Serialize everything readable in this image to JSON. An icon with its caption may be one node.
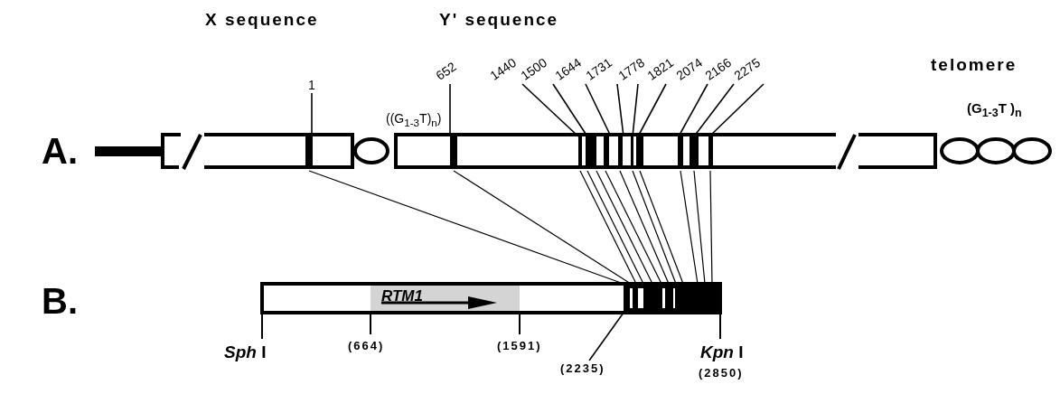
{
  "diagram": {
    "nodes": [
      {
        "text": [
          "1"
        ]
      },
      {
        "text": [
          "652"
        ]
      },
      {
        "text": [
          "1440"
        ]
      },
      {
        "text": [
          "1500"
        ]
      },
      {
        "text": [
          "1644"
        ]
      },
      {
        "text": [
          "1731"
        ]
      },
      {
        "text": [
          "1778"
        ]
      },
      {
        "text": [
          "1821"
        ]
      },
      {
        "text": [
          "2074"
        ]
      },
      {
        "text": [
          "2166"
        ]
      },
      {
        "text": [
          "2275"
        ]
      },
      {
        "text": [],
        "shape": "bar",
        "beside": [
          "A."
        ]
      },
      {
        "text": [],
        "shape": "bar"
      },
      {
        "text": [
          "RTM1"
        ],
        "in": 12
      },
      {
        "text": [
          "(2235)"
        ]
      }
    ],
    "edges": [
      {
        "from": 0,
        "to": 11,
        "arrow": "none"
      },
      {
        "from": 1,
        "to": 11,
        "arrow": "none"
      },
      {
        "from": 2,
        "to": 11,
        "arrow": "none"
      },
      {
        "from": 3,
        "to": 11,
        "arrow": "none"
      },
      {
        "from": 4,
        "to": 11,
        "arrow": "none"
      },
      {
        "from": 5,
        "to": 11,
        "arrow": "none"
      },
      {
        "from": 6,
        "to": 11,
        "arrow": "none"
      },
      {
        "from": 7,
        "to": 11,
        "arrow": "none"
      },
      {
        "from": 8,
        "to": 11,
        "arrow": "none"
      },
      {
        "from": 9,
        "to": 11,
        "arrow": "none"
      },
      {
        "from": 10,
        "to": 11,
        "arrow": "none"
      },
      {
        "from": 14,
        "to": 12,
        "arrow": "none"
      },
      {
        "from": 11,
        "to": 12,
        "arrow": "none"
      },
      {
        "from": 11,
        "to": 12,
        "arrow": "none"
      },
      {
        "from": 11,
        "to": 12,
        "arrow": "none"
      },
      {
        "from": 11,
        "to": 12,
        "arrow": "none"
      },
      {
        "from": 11,
        "to": 12,
        "arrow": "none"
      },
      {
        "from": 11,
        "to": 12,
        "arrow": "none"
      },
      {
        "from": 11,
        "to": 12,
        "arrow": "none"
      },
      {
        "from": 11,
        "to": 12,
        "arrow": "none"
      },
      {
        "from": 11,
        "to": 12,
        "arrow": "none"
      },
      {
        "from": 11,
        "to": 12,
        "arrow": "none"
      },
      {
        "from": 11,
        "to": 12,
        "arrow": "none"
      },
      {
        "from": 11,
        "to": 12,
        "arrow": "none"
      }
    ],
    "labels": [
      "X sequence",
      "Y' sequence",
      "telomere",
      "((G$_{1-3}$T)$_{n}$)",
      "(G$_{1-3}$T )$_{n}$",
      "B.",
      "*Sph* I",
      "(664)",
      "(1591)",
      "*Kpn* I",
      "(2850)"
    ]
  }
}
